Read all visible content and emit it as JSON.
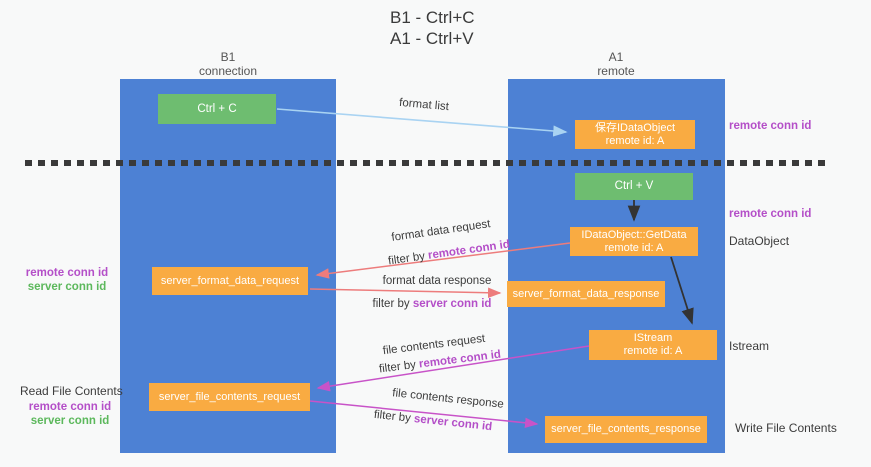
{
  "title": {
    "line1": "B1 - Ctrl+C",
    "line2": "A1 - Ctrl+V"
  },
  "columns": {
    "left": {
      "title": "B1",
      "subtitle": "connection"
    },
    "right": {
      "title": "A1",
      "subtitle": "remote"
    }
  },
  "nodes": {
    "ctrl_c": "Ctrl + C",
    "ctrl_v": "Ctrl + V",
    "save_dataobject": {
      "line1": "保存IDataObject",
      "line2": "remote id: A"
    },
    "getdata": {
      "line1": "IDataObject::GetData",
      "line2": "remote id: A"
    },
    "istream": {
      "line1": "IStream",
      "line2": "remote id: A"
    },
    "format_request": "server_format_data_request",
    "format_response": "server_format_data_response",
    "file_request": "server_file_contents_request",
    "file_response": "server_file_contents_response"
  },
  "flow": {
    "format_list": "format list",
    "format_data_request": "format data request",
    "format_data_response": "format data response",
    "file_contents_request": "file contents request",
    "file_contents_response": "file contents response",
    "filter_by": "filter by ",
    "remote_conn_id": "remote conn id",
    "server_conn_id": "server conn id"
  },
  "side": {
    "remote_conn_id": "remote conn id",
    "server_conn_id": "server conn id",
    "dataobject": "DataObject",
    "istream": "Istream",
    "read_file": "Read File Contents",
    "write_file": "Write File Contents"
  },
  "colors": {
    "blue": "#4d81d4",
    "green": "#6ebd70",
    "orange": "#f9ab42",
    "purple": "#b44fc8",
    "greentxt": "#5cb85c",
    "salmon": "#ed7c7c",
    "magenta": "#c853c8",
    "lightblue": "#a9d3f2",
    "ink": "#3c3c3c",
    "divider": "#3a3a3a"
  }
}
